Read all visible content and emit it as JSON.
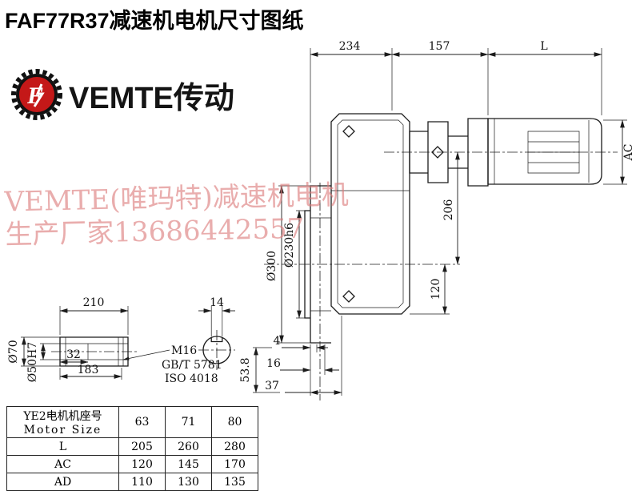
{
  "title": "FAF77R37减速机电机尺寸图纸",
  "logo": {
    "brand": "VEMTE传动",
    "monogram": "F",
    "ring_color": "#111111",
    "disc_color": "#c41818"
  },
  "watermark": {
    "line1": "VEMTE(唯玛特)减速机电机",
    "line2": "生产厂家13686442557",
    "color": "#dd7b7b"
  },
  "drawing": {
    "dims": {
      "width_234": "234",
      "width_157": "157",
      "motor_length": "L",
      "motor_height": "AC",
      "center_206": "206",
      "bottom_120": "120",
      "flange_dia": "Ø300",
      "spigot_dia": "Ø230h6",
      "gap_4": "4",
      "gap_16": "16",
      "gap_37": "37",
      "depth_53_8": "53.8",
      "shaft_len_210": "210",
      "key_width_14": "14",
      "bore_32": "32",
      "len_183": "183",
      "shaft_dia_70": "Ø70",
      "bore_dia_50": "Ø50H7",
      "thread_m16": "M16",
      "std_gb": "GB/T 5781",
      "std_iso": "ISO 4018"
    }
  },
  "table": {
    "header": {
      "line1": "YE2电机机座号",
      "line2": "Motor Size"
    },
    "sizes": [
      "63",
      "71",
      "80"
    ],
    "rows": [
      {
        "label": "L",
        "values": [
          "205",
          "260",
          "280"
        ]
      },
      {
        "label": "AC",
        "values": [
          "120",
          "145",
          "170"
        ]
      },
      {
        "label": "AD",
        "values": [
          "110",
          "130",
          "135"
        ]
      }
    ]
  }
}
